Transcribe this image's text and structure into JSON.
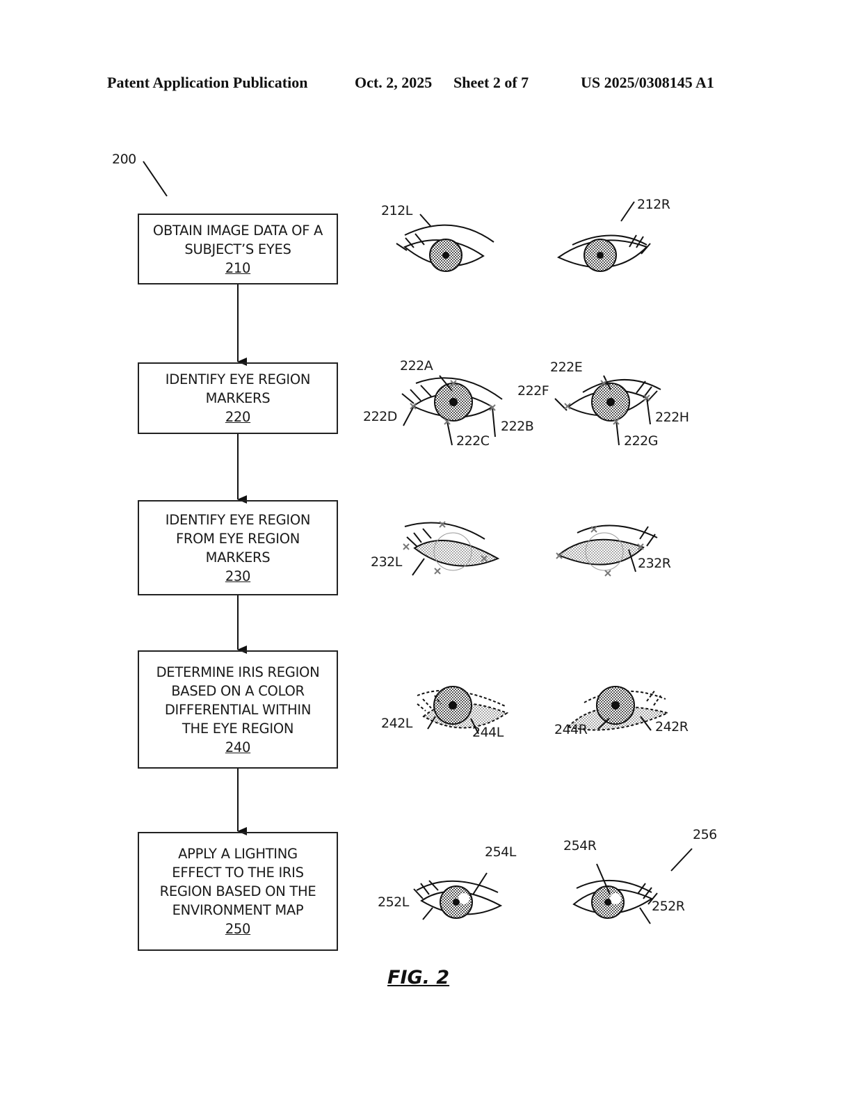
{
  "header": {
    "left": "Patent Application Publication",
    "date": "Oct. 2, 2025",
    "sheet": "Sheet 2 of 7",
    "pub_number": "US 2025/0308145 A1"
  },
  "figure_ref": "200",
  "steps": [
    {
      "lines": [
        "OBTAIN IMAGE DATA OF A",
        "SUBJECT’S EYES"
      ],
      "ref": "210"
    },
    {
      "lines": [
        "IDENTIFY EYE REGION",
        "MARKERS"
      ],
      "ref": "220"
    },
    {
      "lines": [
        "IDENTIFY EYE REGION",
        "FROM EYE REGION",
        "MARKERS"
      ],
      "ref": "230"
    },
    {
      "lines": [
        "DETERMINE IRIS REGION",
        "BASED ON A COLOR",
        "DIFFERENTIAL WITHIN",
        "THE EYE REGION"
      ],
      "ref": "240"
    },
    {
      "lines": [
        "APPLY A LIGHTING",
        "EFFECT TO THE IRIS",
        "REGION BASED ON THE",
        "ENVIRONMENT MAP"
      ],
      "ref": "250"
    }
  ],
  "eye_labels": {
    "row1": {
      "left": "212L",
      "right": "212R"
    },
    "row2": {
      "a": "222A",
      "b": "222B",
      "c": "222C",
      "d": "222D",
      "e": "222E",
      "f": "222F",
      "g": "222G",
      "h": "222H"
    },
    "row3": {
      "left": "232L",
      "right": "232R"
    },
    "row4": {
      "left_region": "242L",
      "left_iris": "244L",
      "right_iris": "244R",
      "right_region": "242R"
    },
    "row5": {
      "left_region": "252L",
      "left_highlight": "254L",
      "right_highlight": "254R",
      "right_region": "252R",
      "env": "256"
    }
  },
  "figure_caption": "FIG. 2"
}
